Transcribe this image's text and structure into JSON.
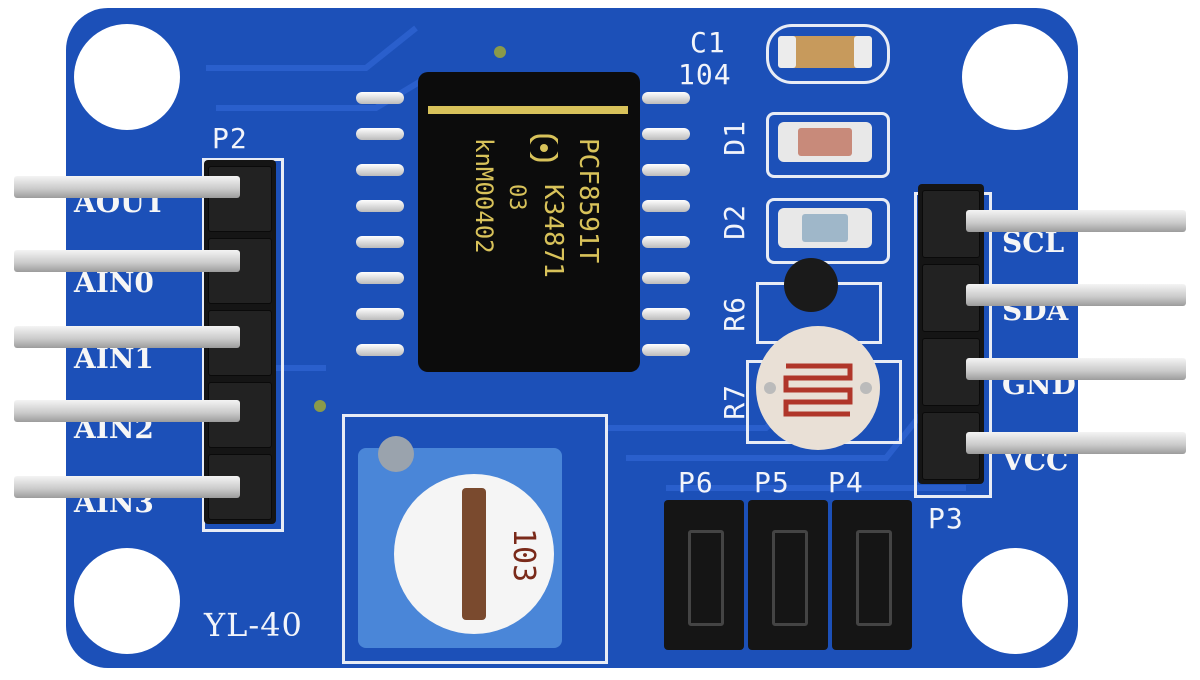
{
  "board": {
    "model": "YL-40",
    "headers": {
      "p2": "P2",
      "p3": "P3",
      "p4": "P4",
      "p5": "P5",
      "p6": "P6"
    },
    "p2_pins": [
      "AOUT",
      "AIN0",
      "AIN1",
      "AIN2",
      "AIN3"
    ],
    "p3_pins": [
      "SCL",
      "SDA",
      "GND",
      "VCC"
    ],
    "components": {
      "c1": "C1",
      "c1_value": "104",
      "d1": "D1",
      "d2": "D2",
      "r6": "R6",
      "r7": "R7"
    },
    "chip": {
      "line1": "PCF8591T",
      "line2": "K34871",
      "line3": "03",
      "line4": "knM00402"
    },
    "pot": {
      "marking": "103"
    }
  }
}
